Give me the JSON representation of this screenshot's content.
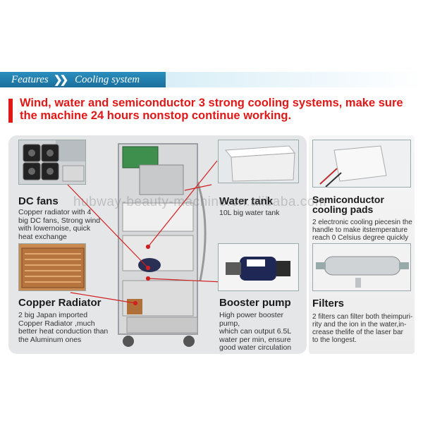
{
  "banner": {
    "features": "Features",
    "chevrons": "❯❯",
    "section": "Cooling system"
  },
  "headline": {
    "line1": "Wind, water and semiconductor 3 strong cooling systems, make sure",
    "line2": "the machine 24 hours nonstop continue working."
  },
  "watermark": "hubway-beauty-machine.en.alibaba.com",
  "features": {
    "dc_fans": {
      "title": "DC fans",
      "desc": [
        "Copper radiator with 4",
        "big DC fans, Strong wind",
        "with lowernoise, quick",
        "heat exchange"
      ]
    },
    "copper_radiator": {
      "title": "Copper Radiator",
      "desc": [
        "2 big Japan imported",
        "Copper Radiator ,much",
        "better heat conduction than",
        "the Aluminum ones"
      ]
    },
    "water_tank": {
      "title": "Water tank",
      "desc": [
        "10L big water tank"
      ]
    },
    "booster_pump": {
      "title": "Booster pump",
      "desc": [
        "High power booster pump,",
        "which can output 6.5L",
        "water per min, ensure",
        "good water circulation"
      ]
    },
    "semiconductor": {
      "title_line1": "Semiconductor",
      "title_line2": "cooling pads",
      "desc": [
        "2 electronic cooling piecesin the",
        "handle to make itstemperature",
        "reach 0 Celsius degree quickly"
      ]
    },
    "filters": {
      "title": "Filters",
      "desc": [
        "2 filters can filter both theimpuri-",
        "rity and the ion in the water,in-",
        "crease thelife of the laser bar",
        "to the longest."
      ]
    }
  },
  "colors": {
    "accent_red": "#e01818",
    "banner_blue": "#1b6e9c",
    "panel_gray": "#e4e6e8",
    "line_red": "#d02020"
  }
}
